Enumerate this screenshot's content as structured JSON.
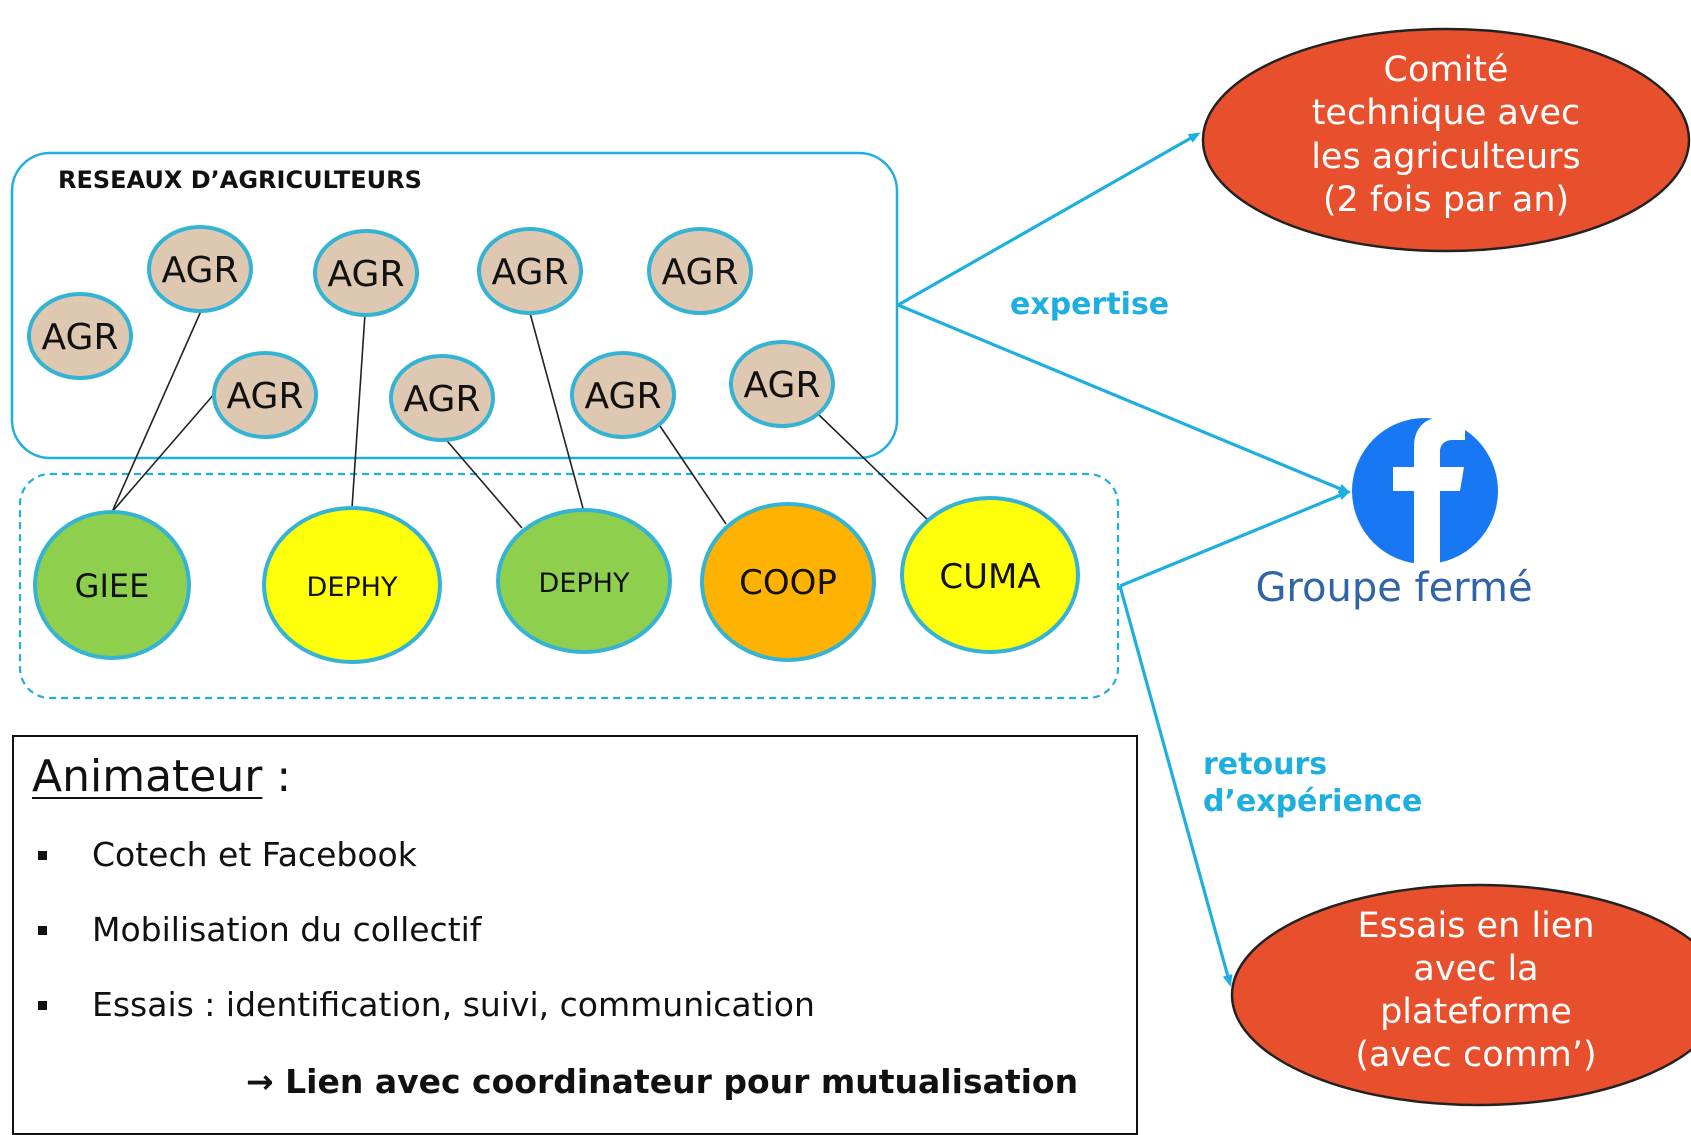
{
  "network_box": {
    "title": "RESEAUX D’AGRICULTEURS",
    "agr_label": "AGR"
  },
  "groups": [
    {
      "label": "GIEE",
      "fill": "#8fcf4e"
    },
    {
      "label": "DEPHY",
      "fill": "#ffff0a"
    },
    {
      "label": "DEPHY",
      "fill": "#8fcf4e"
    },
    {
      "label": "COOP",
      "fill": "#ffb300"
    },
    {
      "label": "CUMA",
      "fill": "#ffff0a"
    }
  ],
  "arrows": {
    "expertise_label": "expertise",
    "retours_line1": "retours",
    "retours_line2": "d’expérience"
  },
  "comite": {
    "lines": [
      "Comité",
      "technique avec",
      "les agriculteurs",
      "(2 fois par an)"
    ],
    "fill": "#e8502d"
  },
  "facebook": {
    "icon": "facebook-icon",
    "caption": "Groupe fermé",
    "color": "#1877f2",
    "caption_color": "#2f64a8"
  },
  "essais": {
    "lines": [
      "Essais en lien",
      "avec la",
      "plateforme",
      "(avec comm’)"
    ],
    "fill": "#e8502d"
  },
  "animateur": {
    "title": "Animateur",
    "title_suffix": " :",
    "items": [
      "Cotech et Facebook",
      "Mobilisation du collectif",
      "Essais : identification, suivi, communication"
    ],
    "conclusion": "→ Lien avec coordinateur pour mutualisation"
  },
  "colors": {
    "accent": "#1eaee0",
    "agr_fill": "#dfc8b2",
    "agr_stroke": "#35b3d4"
  }
}
